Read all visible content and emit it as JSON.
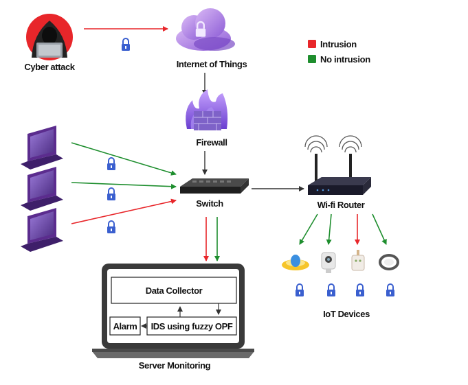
{
  "nodes": {
    "cyber_attack": "Cyber attack",
    "iot": "Internet of Things",
    "firewall": "Firewall",
    "switch": "Switch",
    "router": "Wi-fi Router",
    "iot_devices": "IoT Devices",
    "server": "Server Monitoring",
    "data_collector": "Data Collector",
    "alarm": "Alarm",
    "ids": "IDS using fuzzy OPF"
  },
  "legend": [
    {
      "label": "Intrusion",
      "color": "#e8262a"
    },
    {
      "label": "No intrusion",
      "color": "#1e8e2e"
    }
  ],
  "colors": {
    "intrusion": "#e8262a",
    "no_intrusion": "#1e8e2e",
    "neutral": "#333333",
    "lock": "#3a5fcf",
    "laptop": "#5b2c8e"
  }
}
